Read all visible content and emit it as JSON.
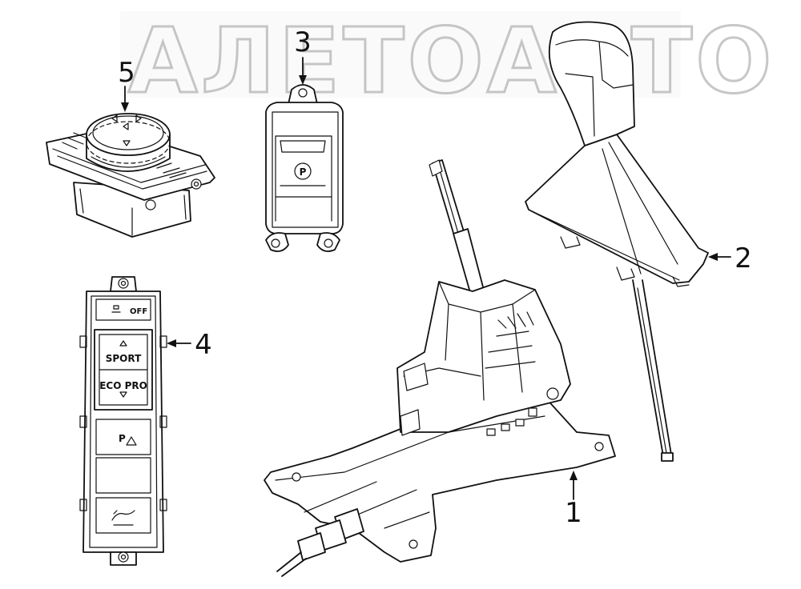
{
  "watermark": {
    "text": "АЛЕТОАВТО"
  },
  "callouts": [
    {
      "id": "1",
      "label": "1"
    },
    {
      "id": "2",
      "label": "2"
    },
    {
      "id": "3",
      "label": "3"
    },
    {
      "id": "4",
      "label": "4"
    },
    {
      "id": "5",
      "label": "5"
    }
  ],
  "switch_panel": {
    "off_label": "OFF",
    "sport_label": "SPORT",
    "eco_pro_label": "ECO PRO",
    "park_symbol": "P"
  },
  "parking_brake": {
    "symbol": "P"
  }
}
